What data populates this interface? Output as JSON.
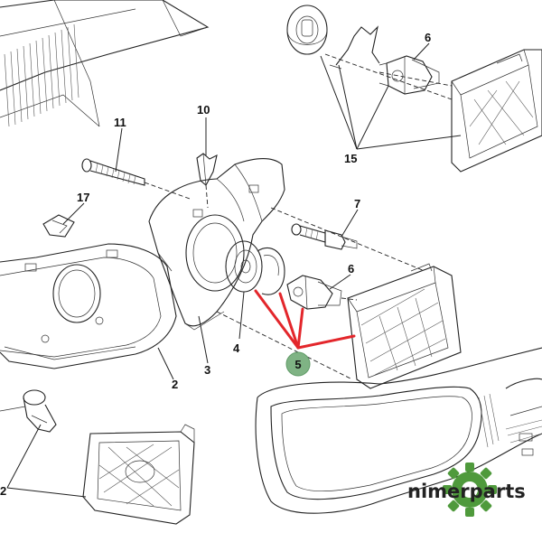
{
  "callouts": {
    "c6_top": "6",
    "c11": "11",
    "c10": "10",
    "c15": "15",
    "c17": "17",
    "c7": "7",
    "c6_mid": "6",
    "c4": "4",
    "c3": "3",
    "c2_mid": "2",
    "c5": "5",
    "c2_left": "2"
  },
  "brand": {
    "name": "nimerparts",
    "logo_icon": "green-gear-icon"
  },
  "colors": {
    "highlight": "#e3262b",
    "badge": "#7fb384",
    "brand_green": "#4f9a3c",
    "line": "#222222"
  }
}
